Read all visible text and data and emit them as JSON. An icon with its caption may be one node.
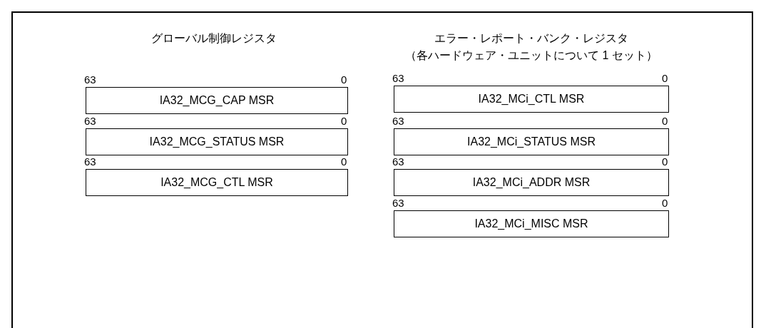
{
  "diagram": {
    "nodes": [
      {
        "text": [
          "IA32_MCG_CAP MSR"
        ],
        "beside": [
          "63",
          "0"
        ]
      },
      {
        "text": [
          "IA32_MCG_STATUS MSR"
        ],
        "beside": [
          "63",
          "0"
        ]
      },
      {
        "text": [
          "IA32_MCG_CTL MSR"
        ],
        "beside": [
          "63",
          "0"
        ]
      },
      {
        "text": [
          "IA32_MCi_CTL MSR"
        ],
        "beside": [
          "63",
          "0"
        ]
      },
      {
        "text": [
          "IA32_MCi_STATUS MSR"
        ],
        "beside": [
          "63",
          "0"
        ]
      },
      {
        "text": [
          "IA32_MCi_ADDR MSR"
        ],
        "beside": [
          "63",
          "0"
        ]
      },
      {
        "text": [
          "IA32_MCi_MISC MSR"
        ],
        "beside": [
          "63",
          "0"
        ]
      }
    ],
    "edges": [],
    "labels": [
      "グローバル制御レジスタ",
      "エラー・レポート・バンク・レジスタ",
      "（各ハードウェア・ユニットについて 1 セット）"
    ]
  }
}
